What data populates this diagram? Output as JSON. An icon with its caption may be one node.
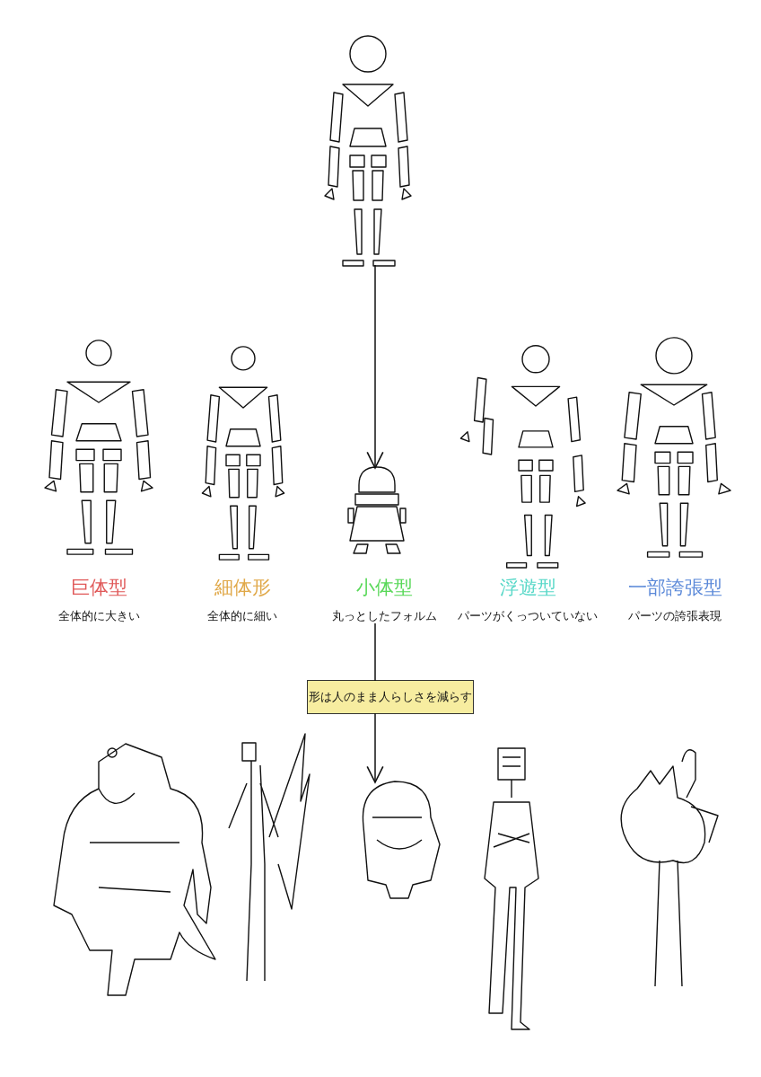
{
  "diagram": {
    "nodes": [
      {
        "text": [],
        "shape": "picture"
      },
      {
        "text": [
          "巨体型",
          "全体的に大きい"
        ]
      },
      {
        "text": [
          "細体形",
          "全体的に細い"
        ]
      },
      {
        "text": [
          "小体型",
          "丸っとしたフォルム"
        ]
      },
      {
        "text": [
          "浮遊型",
          "パーツがくっついていない"
        ]
      },
      {
        "text": [
          "一部誇張型",
          "パーツの誇張表現"
        ]
      },
      {
        "text": [
          "形は人のまま人らしさを減らす"
        ]
      },
      {
        "text": [],
        "shape": "picture"
      },
      {
        "text": [],
        "shape": "picture"
      },
      {
        "text": [],
        "shape": "picture"
      },
      {
        "text": [],
        "shape": "picture"
      },
      {
        "text": [],
        "shape": "picture"
      }
    ],
    "edges": [
      {
        "from": 0,
        "to": 3,
        "arrow": "to"
      },
      {
        "from": 3,
        "to": 6,
        "arrow": "none"
      },
      {
        "from": 6,
        "to": 9,
        "arrow": "to"
      }
    ]
  }
}
